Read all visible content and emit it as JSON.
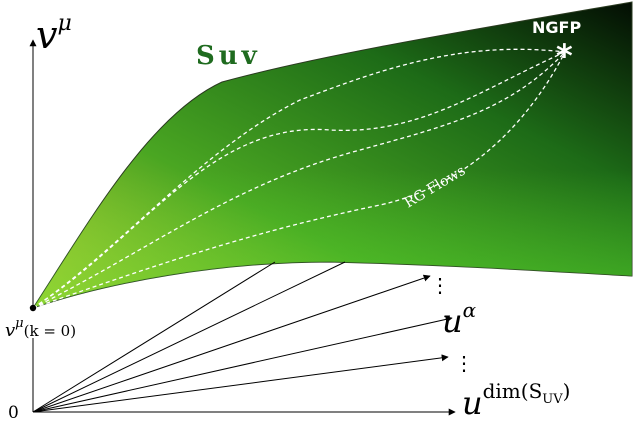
{
  "labels": {
    "v_axis_base": "v",
    "v_axis_sup": "μ",
    "surface_name": "Suv",
    "fixed_point": "NGFP",
    "fixed_point_marker": "*",
    "flows": "RG Flows",
    "origin": "0",
    "start_point_base": "v",
    "start_point_sup": "μ",
    "start_point_arg": "(k = 0)",
    "u_alpha_base": "u",
    "u_alpha_sup": "α",
    "u_dim_base": "u",
    "u_dim_sup_main": "dim",
    "u_dim_sup_paren_open": "(S",
    "u_dim_sup_sub": "UV",
    "u_dim_sup_paren_close": ")",
    "ellipsis_upper": "⋮",
    "ellipsis_lower": "⋮"
  },
  "colors": {
    "surface_light": "#c7d12e",
    "surface_mid": "#3b9a1f",
    "surface_dark": "#0d2a0d",
    "surface_bottom_bright": "#49d22b",
    "title_green": "#1f6b1f",
    "axis": "#000000",
    "flow_lines": "#ffffff"
  }
}
